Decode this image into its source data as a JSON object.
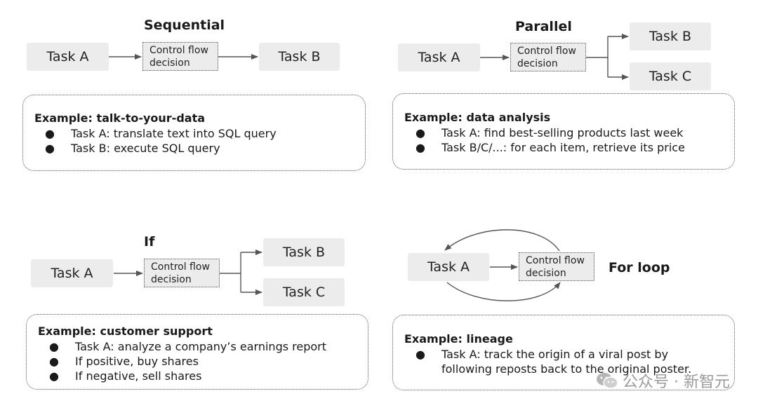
{
  "sequential": {
    "title": "Sequential",
    "task_a": "Task A",
    "control": [
      "Control flow",
      "decision"
    ],
    "task_b": "Task B",
    "example_title": "Example: talk-to-your-data",
    "bullets": [
      "Task A: translate text into SQL query",
      "Task B: execute SQL query"
    ]
  },
  "parallel": {
    "title": "Parallel",
    "task_a": "Task A",
    "control": [
      "Control flow",
      "decision"
    ],
    "task_b": "Task B",
    "task_c": "Task C",
    "example_title": "Example: data analysis",
    "bullets": [
      "Task A:  find best-selling products last week",
      "Task B/C/...: for each item, retrieve its price"
    ]
  },
  "if_branch": {
    "title": "If",
    "task_a": "Task A",
    "control": [
      "Control flow",
      "decision"
    ],
    "task_b": "Task B",
    "task_c": "Task C",
    "example_title": "Example: customer support",
    "bullets": [
      "Task A: analyze a company’s earnings report",
      "If positive, buy shares",
      "If negative, sell shares"
    ]
  },
  "for_loop": {
    "title": "For loop",
    "task_a": "Task A",
    "control": [
      "Control flow",
      "decision"
    ],
    "example_title": "Example: lineage",
    "bullet_lines": [
      "Task A:  track the origin of a viral post by",
      "following reposts back to the original poster."
    ]
  },
  "bullet_symbol": "●",
  "watermark": "公众号 · 新智元",
  "colors": {
    "box_fill": "#ececec",
    "line": "#555555"
  }
}
